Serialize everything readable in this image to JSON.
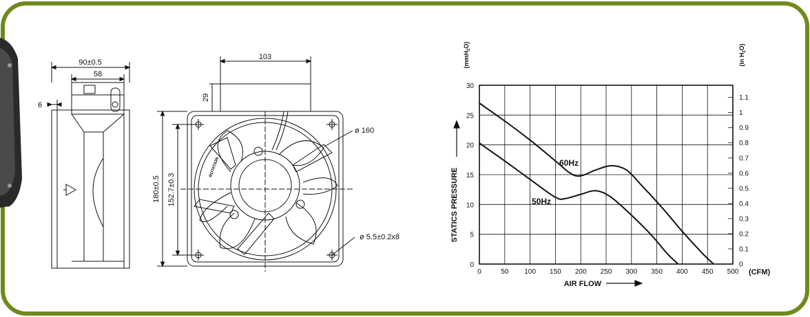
{
  "colors": {
    "frame": "#6e8a1c",
    "line": "#111111"
  },
  "side_view": {
    "width_total": "90±0.5",
    "width_inner": "58",
    "offset": "6"
  },
  "front_view": {
    "top_width": "103",
    "top_height": "29",
    "outer_height": "180±0.5",
    "hole_spacing": "152.7±0.3",
    "diameter": "ø 160",
    "hole_size": "ø 5.5±0.2x8",
    "rotation_label": "ROTATION"
  },
  "chart_data": {
    "type": "line",
    "xlabel": "AIR FLOW",
    "ylabel": "STATICS PRESSURE",
    "x_unit": "(CFM)",
    "y_left_unit": "(mmH2O)",
    "y_right_unit": "(in H2O)",
    "xlim": [
      0,
      500
    ],
    "ylim": [
      0,
      30
    ],
    "y2lim": [
      0,
      1.18
    ],
    "x_ticks": [
      0,
      50,
      100,
      150,
      200,
      250,
      300,
      350,
      400,
      450,
      500
    ],
    "y_ticks": [
      0,
      5,
      10,
      15,
      20,
      25,
      30
    ],
    "y2_ticks": [
      0,
      0.1,
      0.2,
      0.3,
      0.4,
      0.5,
      0.6,
      0.7,
      0.8,
      0.9,
      1.0,
      1.1
    ],
    "grid": true,
    "series": [
      {
        "name": "60Hz",
        "x": [
          0,
          50,
          100,
          150,
          180,
          200,
          230,
          260,
          290,
          320,
          360,
          400,
          440,
          462
        ],
        "y": [
          27,
          24,
          20.8,
          17.3,
          15.2,
          14.8,
          15.8,
          16.5,
          15.8,
          13.2,
          9.5,
          5.5,
          1.8,
          0
        ]
      },
      {
        "name": "50Hz",
        "x": [
          0,
          50,
          100,
          150,
          170,
          200,
          230,
          260,
          300,
          340,
          370,
          392
        ],
        "y": [
          20.3,
          17.3,
          14.2,
          11.2,
          11,
          11.7,
          12.3,
          11.2,
          8.2,
          4.8,
          1.8,
          0
        ]
      }
    ]
  }
}
